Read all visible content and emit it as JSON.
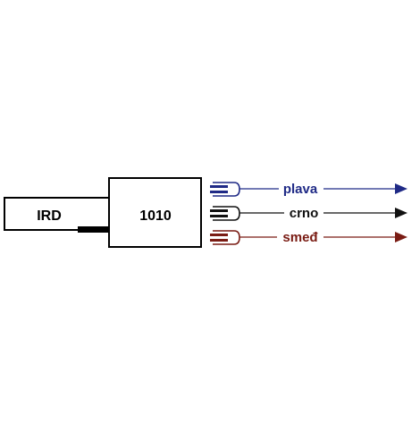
{
  "diagram": {
    "sensor_label": "IRD",
    "unit_label": "1010",
    "wires": [
      {
        "label": "plava",
        "color": "#1f2a86",
        "icon": "connector-tab-icon"
      },
      {
        "label": "crno",
        "color": "#111111",
        "icon": "connector-tab-icon"
      },
      {
        "label": "smeđ",
        "color": "#7a1c14",
        "icon": "connector-tab-icon"
      }
    ],
    "outline_color": "#000000"
  }
}
